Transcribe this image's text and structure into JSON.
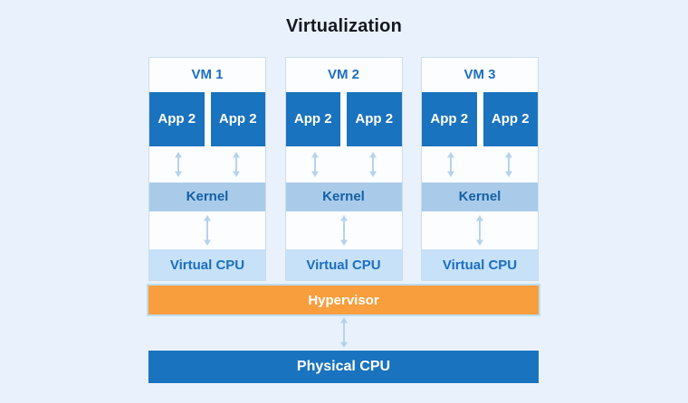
{
  "title": "Virtualization",
  "vms": [
    {
      "label": "VM 1",
      "apps": [
        "App 2",
        "App 2"
      ],
      "kernel": "Kernel",
      "vcpu": "Virtual CPU"
    },
    {
      "label": "VM 2",
      "apps": [
        "App 2",
        "App 2"
      ],
      "kernel": "Kernel",
      "vcpu": "Virtual CPU"
    },
    {
      "label": "VM 3",
      "apps": [
        "App 2",
        "App 2"
      ],
      "kernel": "Kernel",
      "vcpu": "Virtual CPU"
    }
  ],
  "hypervisor_label": "Hypervisor",
  "physical_cpu_label": "Physical CPU",
  "colors": {
    "background": "#e9f2fc",
    "app_blue": "#1a73be",
    "kernel_blue": "#a9cbe9",
    "virtual_cpu_blue": "#c7e1f8",
    "hypervisor_orange": "#f89e3d",
    "physical_cpu_blue": "#1a73be",
    "text_blue": "#1b6fc0",
    "arrow_blue": "#b5d3ee",
    "column_border": "#c9dcee"
  }
}
